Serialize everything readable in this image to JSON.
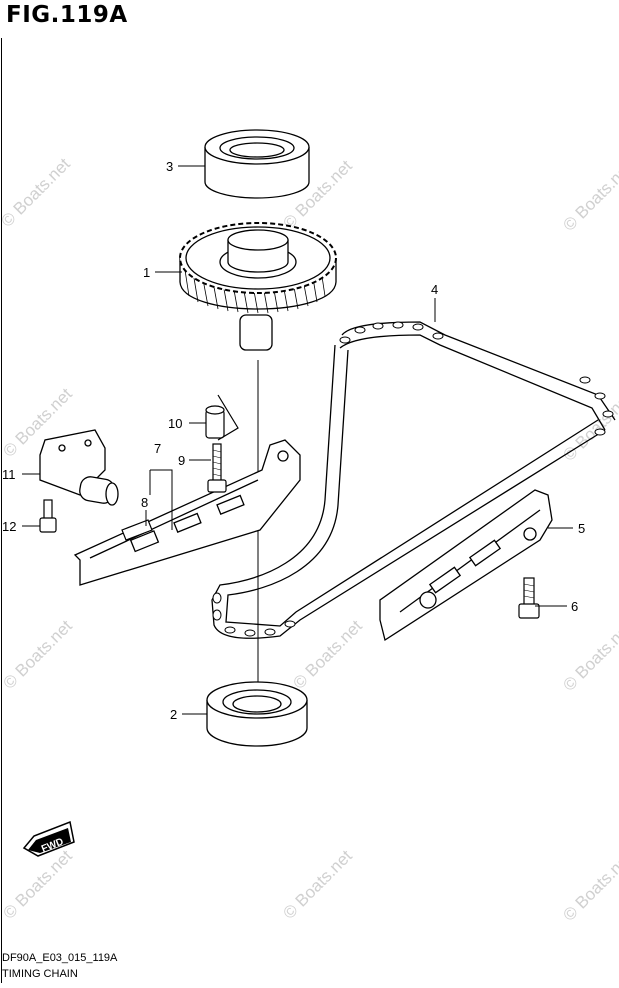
{
  "figure": {
    "title": "FIG.119A",
    "code": "DF90A_E03_015_119A",
    "name": "TIMING CHAIN",
    "direction_badge": "FWD"
  },
  "watermark": {
    "text": "© Boats.net",
    "color": "#d0d0d0"
  },
  "callouts": [
    {
      "label": "1"
    },
    {
      "label": "2"
    },
    {
      "label": "3"
    },
    {
      "label": "4"
    },
    {
      "label": "5"
    },
    {
      "label": "6"
    },
    {
      "label": "7"
    },
    {
      "label": "8"
    },
    {
      "label": "9"
    },
    {
      "label": "10"
    },
    {
      "label": "11"
    },
    {
      "label": "12"
    }
  ]
}
